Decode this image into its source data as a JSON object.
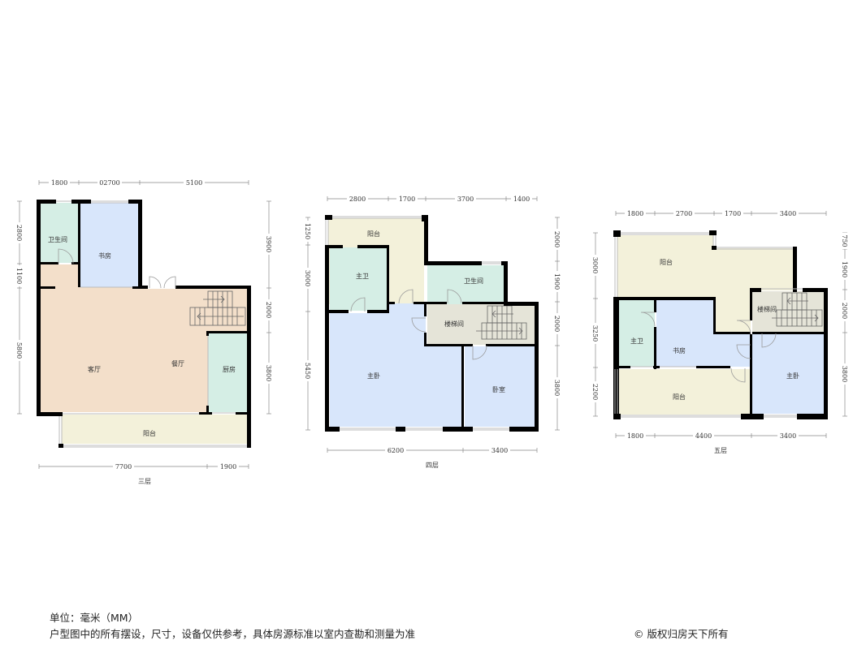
{
  "colors": {
    "wall": "#000000",
    "living": "#f3dfca",
    "bath": "#d5eee5",
    "bedroom": "#d8e6fb",
    "balcony": "#f3f1da",
    "stair": "#e5e4d8",
    "window": "#bbbbbb",
    "dim_line": "#888888"
  },
  "floors": [
    {
      "id": "3F",
      "title": "三层",
      "top_dims": [
        "1800",
        "02700",
        "5100"
      ],
      "bottom_dims": [
        "7700",
        "1900"
      ],
      "left_dims": [
        "2800",
        "1100",
        "5800"
      ],
      "right_dims": [
        "3900",
        "2000",
        "3800"
      ],
      "rooms": [
        {
          "name": "卫生间",
          "type": "bath"
        },
        {
          "name": "书房",
          "type": "bedroom"
        },
        {
          "name": "客厅",
          "type": "living"
        },
        {
          "name": "餐厅",
          "type": "living"
        },
        {
          "name": "厨房",
          "type": "bath"
        },
        {
          "name": "阳台",
          "type": "balcony"
        }
      ]
    },
    {
      "id": "4F",
      "title": "四层",
      "top_dims": [
        "2800",
        "1700",
        "3700",
        "1400"
      ],
      "bottom_dims": [
        "6200",
        "3400"
      ],
      "left_dims": [
        "1250",
        "3000",
        "5450"
      ],
      "right_dims": [
        "2000",
        "1900",
        "2000",
        "3800"
      ],
      "rooms": [
        {
          "name": "阳台",
          "type": "balcony"
        },
        {
          "name": "主卫",
          "type": "bath"
        },
        {
          "name": "卫生间",
          "type": "bath"
        },
        {
          "name": "楼梯间",
          "type": "stair"
        },
        {
          "name": "主卧",
          "type": "bedroom"
        },
        {
          "name": "卧室",
          "type": "bedroom"
        }
      ]
    },
    {
      "id": "5F",
      "title": "五层",
      "top_dims": [
        "1800",
        "2700",
        "1700",
        "3400"
      ],
      "bottom_dims": [
        "1800",
        "4400",
        "3400"
      ],
      "left_dims": [
        "3000",
        "3250",
        "2200"
      ],
      "right_dims": [
        "750",
        "1900",
        "2000",
        "3800"
      ],
      "rooms": [
        {
          "name": "阳台",
          "type": "balcony"
        },
        {
          "name": "楼梯间",
          "type": "stair"
        },
        {
          "name": "主卫",
          "type": "bath"
        },
        {
          "name": "书房",
          "type": "bedroom"
        },
        {
          "name": "主卧",
          "type": "bedroom"
        },
        {
          "name": "阳台",
          "type": "balcony"
        }
      ]
    }
  ],
  "footer": {
    "unit": "单位：毫米（MM）",
    "disclaimer": "户型图中的所有摆设，尺寸，设备仅供参考，具体房源标准以室内查勘和测量为准",
    "copyright": "© 版权归房天下所有"
  }
}
